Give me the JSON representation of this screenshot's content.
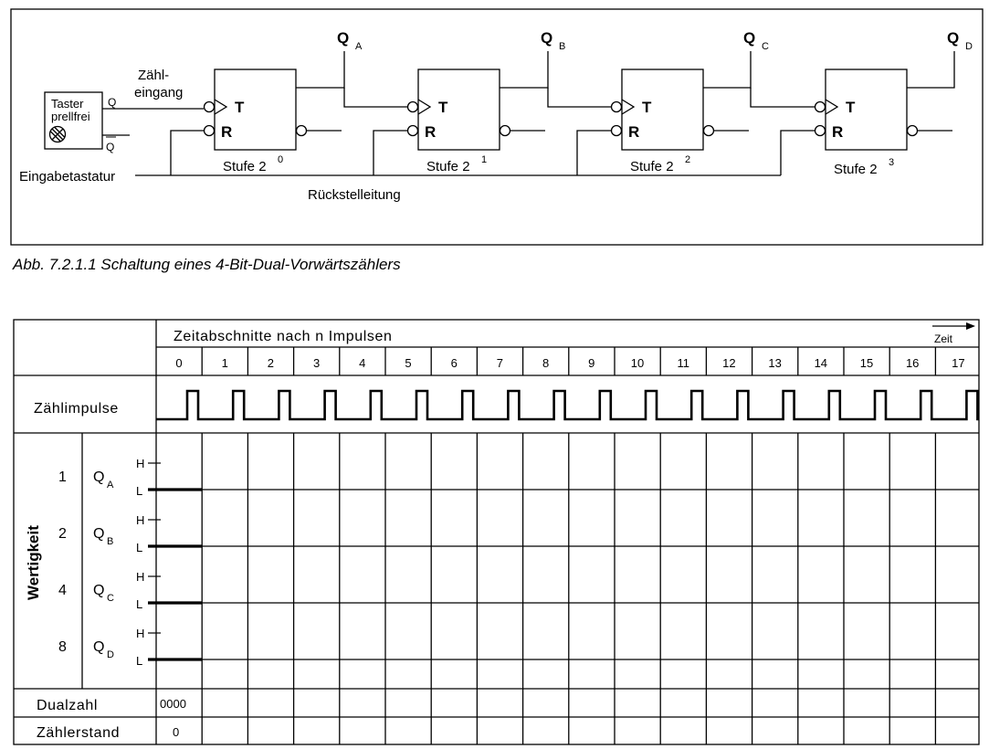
{
  "circuit": {
    "taster_line1": "Taster",
    "taster_line2": "prellfrei",
    "q": "Q",
    "q_bar": "Q",
    "zaehleingang_line1": "Zähl-",
    "zaehleingang_line2": "eingang",
    "eingabetastatur": "Eingabetastatur",
    "rueckstellleitung": "Rückstelleitung",
    "t_label": "T",
    "r_label": "R",
    "stages": [
      {
        "label": "Stufe 2",
        "exponent": "0",
        "output_main": "Q",
        "output_sub": "A"
      },
      {
        "label": "Stufe 2",
        "exponent": "1",
        "output_main": "Q",
        "output_sub": "B"
      },
      {
        "label": "Stufe 2",
        "exponent": "2",
        "output_main": "Q",
        "output_sub": "C"
      },
      {
        "label": "Stufe 2",
        "exponent": "3",
        "output_main": "Q",
        "output_sub": "D"
      }
    ]
  },
  "caption": "Abb. 7.2.1.1  Schaltung eines 4-Bit-Dual-Vorwärtszählers",
  "timing": {
    "header": "Zeitabschnitte nach n Impulsen",
    "zeit": "Zeit",
    "columns": [
      "0",
      "1",
      "2",
      "3",
      "4",
      "5",
      "6",
      "7",
      "8",
      "9",
      "10",
      "11",
      "12",
      "13",
      "14",
      "15",
      "16",
      "17"
    ],
    "zaehlimpulse": "Zählimpulse",
    "wertigkeit": "Wertigkeit",
    "high": "H",
    "low": "L",
    "rows": [
      {
        "weight": "1",
        "q_main": "Q",
        "q_sub": "A"
      },
      {
        "weight": "2",
        "q_main": "Q",
        "q_sub": "B"
      },
      {
        "weight": "4",
        "q_main": "Q",
        "q_sub": "C"
      },
      {
        "weight": "8",
        "q_main": "Q",
        "q_sub": "D"
      }
    ],
    "dualzahl_label": "Dualzahl",
    "dualzahl_value": "0000",
    "zaehlerstand_label": "Zählerstand",
    "zaehlerstand_value": "0"
  }
}
